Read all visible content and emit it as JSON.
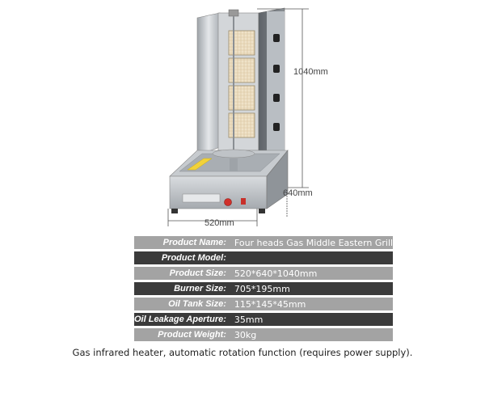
{
  "dimensions": {
    "height": "1040mm",
    "depth": "640mm",
    "width": "520mm"
  },
  "specs": [
    {
      "label": "Product Name:",
      "value": "Four heads Gas Middle Eastern Grill",
      "shade": "light"
    },
    {
      "label": "Product Model:",
      "value": "",
      "shade": "dark"
    },
    {
      "label": "Product Size:",
      "value": "520*640*1040mm",
      "shade": "light"
    },
    {
      "label": "Burner Size:",
      "value": "705*195mm",
      "shade": "dark"
    },
    {
      "label": "Oil Tank Size:",
      "value": "115*145*45mm",
      "shade": "light"
    },
    {
      "label": "Oil Leakage Aperture:",
      "value": "35mm",
      "shade": "dark"
    },
    {
      "label": "Product Weight:",
      "value": "30kg",
      "shade": "light"
    }
  ],
  "caption": "Gas infrared heater, automatic rotation function (requires power supply).",
  "colors": {
    "row_light": "#a3a3a3",
    "row_dark": "#3b3b3b",
    "burner": "#e8d6b8",
    "steel": "#c8ccd0"
  }
}
